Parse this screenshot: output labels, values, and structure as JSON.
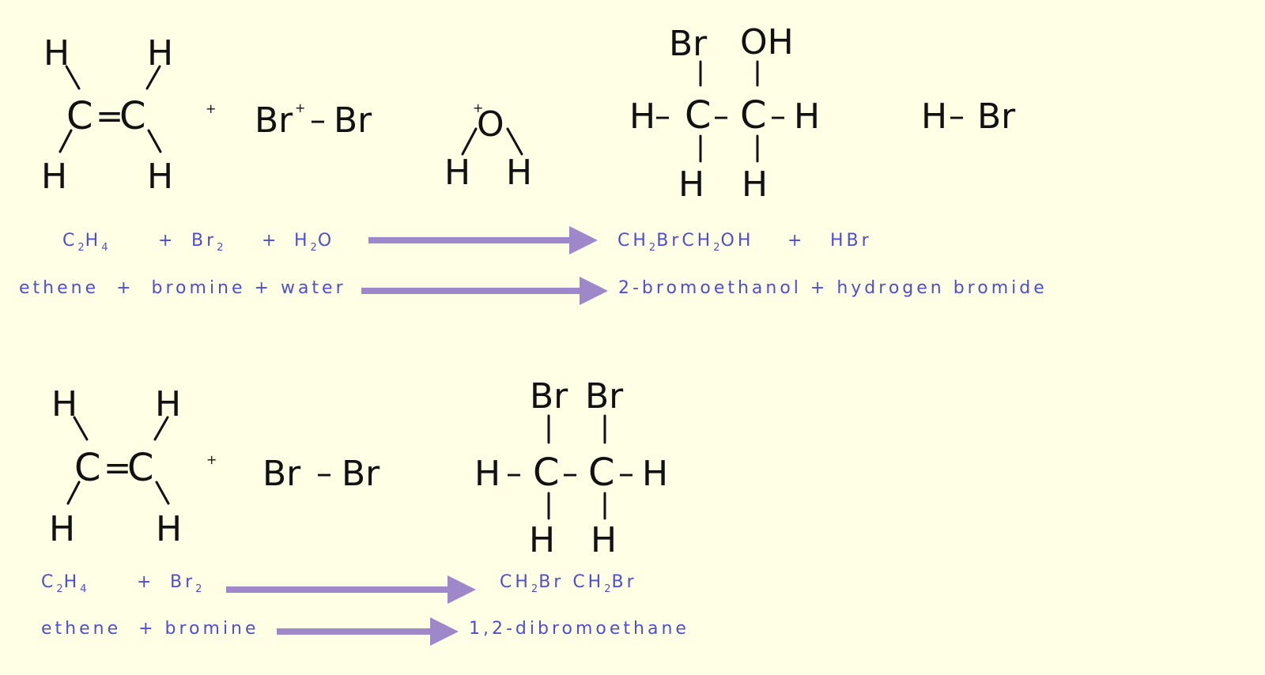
{
  "r1": {
    "ethene": {
      "h_tl": "H",
      "h_tr": "H",
      "h_bl": "H",
      "h_br": "H",
      "c_left": "C",
      "double_bond": "=",
      "c_right": "C"
    },
    "plus1": "+",
    "br2": {
      "br_left": "Br",
      "bond": "–",
      "br_right": "Br",
      "charge": "+"
    },
    "water": {
      "o": "O",
      "h_left": "H",
      "h_right": "H",
      "charge": "+"
    },
    "product": {
      "br_top": "Br",
      "oh_top": "OH",
      "h_left": "H",
      "c1": "C",
      "c2": "C",
      "h_right": "H",
      "h_b1": "H",
      "h_b2": "H",
      "dash": "–"
    },
    "hbr": {
      "h": "H",
      "bond": "–",
      "br": "Br"
    },
    "formula": {
      "c": "C",
      "c_sub": "2",
      "h": "H",
      "h_sub": "4",
      "plus_a": "+",
      "br": "Br",
      "br_sub": "2",
      "plus_b": "+",
      "h2": "H",
      "h2_sub": "2",
      "o": "O",
      "p1": "CH",
      "p1_sub": "2",
      "p2": "BrCH",
      "p2_sub": "2",
      "p3": "OH",
      "plus_c": "+",
      "hbr": "HBr"
    },
    "words": {
      "reactants": "ethene  +  bromine + water",
      "products": "2-bromoethanol + hydrogen bromide"
    }
  },
  "r2": {
    "ethene": {
      "h_tl": "H",
      "h_tr": "H",
      "h_bl": "H",
      "h_br": "H",
      "c_left": "C",
      "double_bond": "=",
      "c_right": "C"
    },
    "plus1": "+",
    "br2": {
      "br_left": "Br",
      "bond": "–",
      "br_right": "Br"
    },
    "product": {
      "br_top1": "Br",
      "br_top2": "Br",
      "h_left": "H",
      "c1": "C",
      "c2": "C",
      "h_right": "H",
      "h_b1": "H",
      "h_b2": "H",
      "dash": "–"
    },
    "formula": {
      "c": "C",
      "c_sub": "2",
      "h": "H",
      "h_sub": "4",
      "plus_a": "+",
      "br": "Br",
      "br_sub": "2",
      "p1": "CH",
      "p1_sub": "2",
      "p2": "Br CH",
      "p2_sub": "2",
      "p3": "Br"
    },
    "words": {
      "reactants": "ethene  + bromine",
      "products": "1,2-dibromoethane"
    }
  },
  "colors": {
    "text": "#4d4dd9",
    "arrow": "#9f88c9",
    "background": "#ffffe6",
    "structure": "#111111"
  }
}
